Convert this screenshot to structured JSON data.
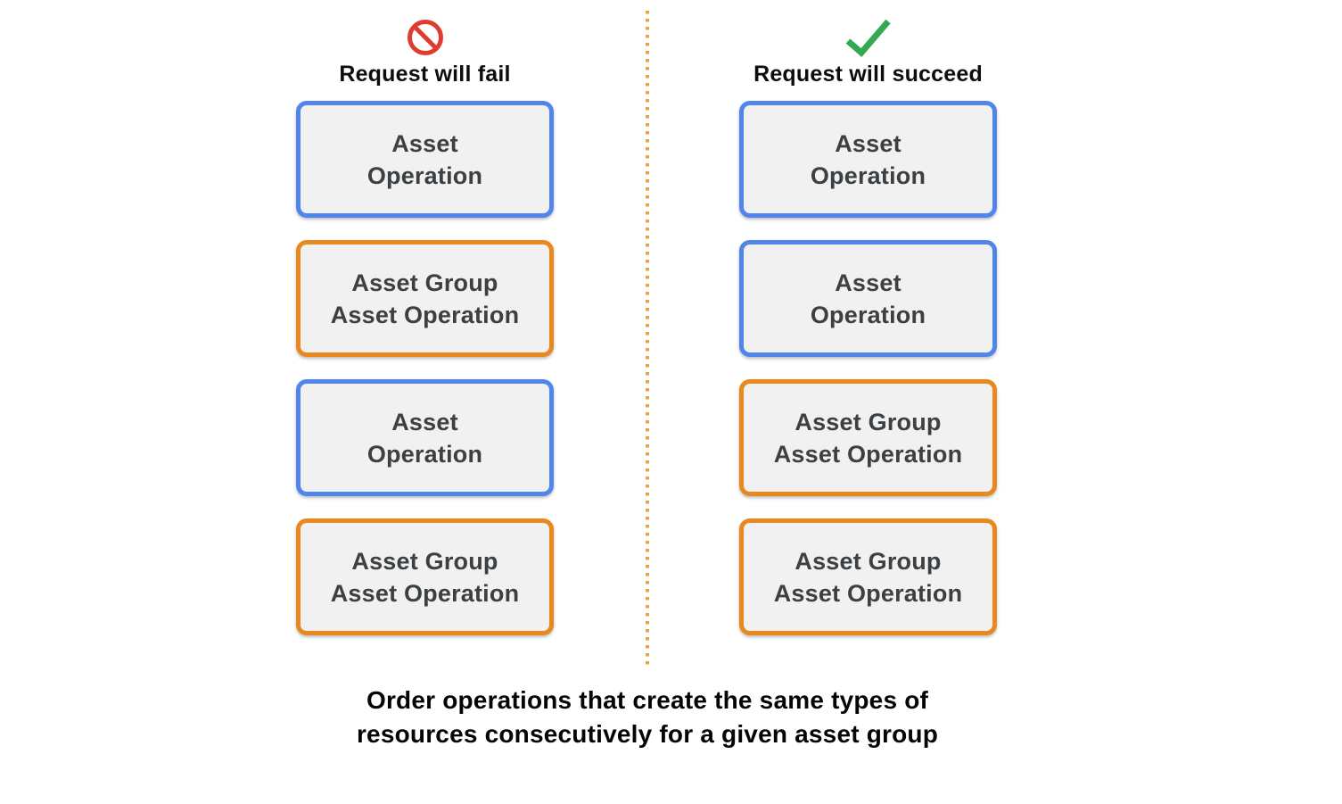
{
  "figure": {
    "fail_column": {
      "icon": "prohibited-icon",
      "title": "Request will fail",
      "boxes": [
        {
          "type": "asset-operation",
          "label": "Asset\nOperation"
        },
        {
          "type": "asset-group-asset-operation",
          "label": "Asset Group\nAsset Operation"
        },
        {
          "type": "asset-operation",
          "label": "Asset\nOperation"
        },
        {
          "type": "asset-group-asset-operation",
          "label": "Asset Group\nAsset Operation"
        }
      ]
    },
    "succeed_column": {
      "icon": "checkmark-icon",
      "title": "Request will succeed",
      "boxes": [
        {
          "type": "asset-operation",
          "label": "Asset\nOperation"
        },
        {
          "type": "asset-operation",
          "label": "Asset\nOperation"
        },
        {
          "type": "asset-group-asset-operation",
          "label": "Asset Group\nAsset Operation"
        },
        {
          "type": "asset-group-asset-operation",
          "label": "Asset Group\nAsset Operation"
        }
      ]
    },
    "caption": "Order operations that create the same types of resources consecutively for a given asset group"
  },
  "colors": {
    "asset_operation_border": "#5086EC",
    "asset_group_border": "#E8881F",
    "box_fill": "#F1F1F1",
    "box_text": "#3C4043",
    "heading_text": "#0D0D0D",
    "caption_text": "#050505",
    "divider_dot": "#E9A240",
    "fail_red": "#DF3B2E",
    "success_green": "#34A853"
  }
}
